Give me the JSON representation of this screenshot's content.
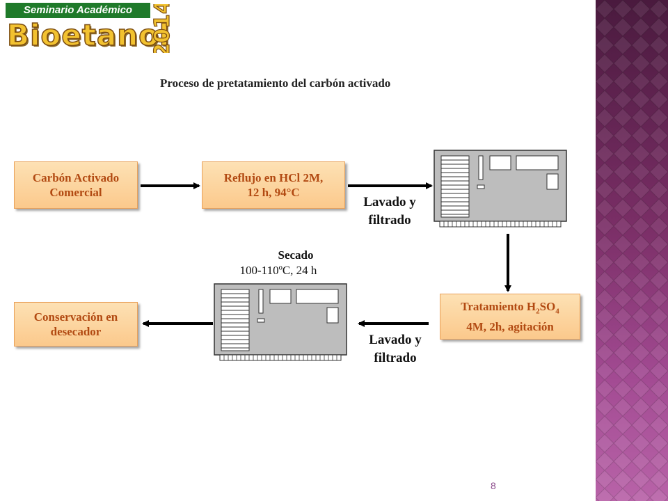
{
  "header": {
    "banner": "Seminario Académico",
    "brand": "Bioetanol",
    "year": "2014"
  },
  "title": "Proceso de pretatamiento del carbón activado",
  "steps": {
    "carbon": [
      "Carbón Activado",
      "Comercial"
    ],
    "reflujo": [
      "Reflujo en HCl 2M,",
      "12 h, 94°C"
    ],
    "tratamiento_pre": "Tratamiento  H",
    "tratamiento_sub1": "2",
    "tratamiento_mid": "SO",
    "tratamiento_sub2": "4",
    "tratamiento_line2": "4M, 2h, agitación",
    "conservacion": [
      "Conservación  en",
      "desecador"
    ]
  },
  "labels": {
    "lavado_1": [
      "Lavado y",
      "filtrado"
    ],
    "lavado_2": [
      "Lavado y",
      "filtrado"
    ],
    "secado_title": "Secado",
    "secado_detail": "100-110ºC,  24 h"
  },
  "page_number": "8",
  "colors": {
    "box_fill": "#fbc98c",
    "box_text": "#b24a12",
    "banner_bg": "#1f7a2a",
    "brand": "#f2c230",
    "side_panel": "#7a2e66"
  }
}
